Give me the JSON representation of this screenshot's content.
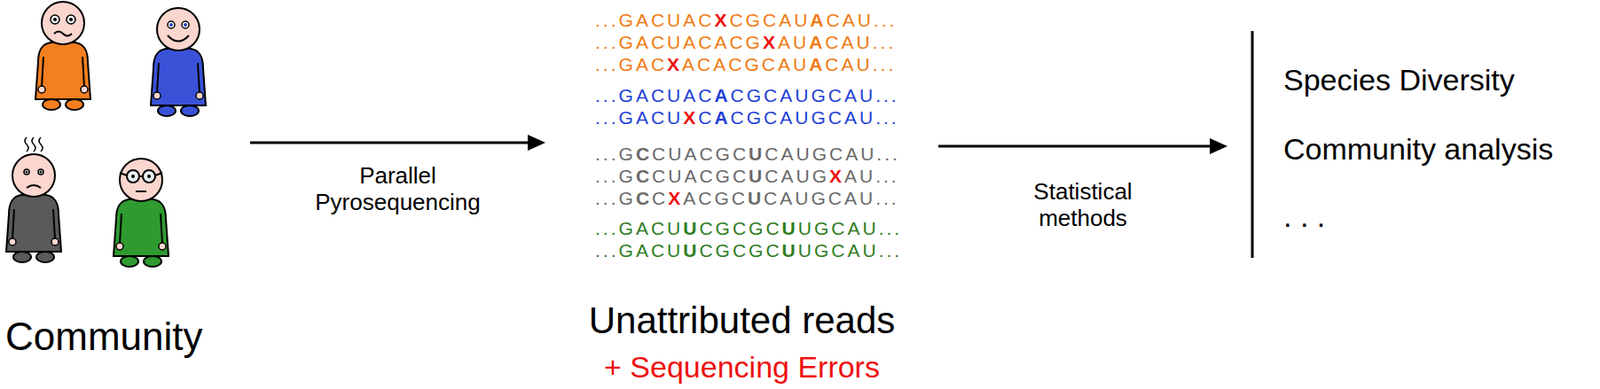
{
  "diagram": {
    "nodes": [
      {
        "text": [
          "Community"
        ]
      },
      {
        "text": [
          "...GACUACXCGCAUACAU...",
          "...GACUACACGXAUACAU...",
          "...GACXACACGCAUACAU...",
          "...GACUACACGCAUGCAU...",
          "...GACUXCACGCAUGCAU...",
          "...GCCUACGCUCAUGCAU...",
          "...GCCUACGCUCAUGXAU...",
          "...GCCXACGCUCAUGCAU...",
          "...GACUUCGCGCUUGCAU...",
          "...GACUUCGCGCUUGCAU...",
          "Unattributed reads",
          "+ Sequencing Errors"
        ]
      },
      {
        "text": [
          "Species Diversity",
          "Community analysis",
          ". . ."
        ]
      }
    ],
    "edges": [
      {
        "from": 0,
        "to": 1,
        "arrow": "to",
        "label": "Parallel Pyrosequencing"
      },
      {
        "from": 1,
        "to": 2,
        "arrow": "to",
        "label": "Statistical methods"
      }
    ]
  }
}
